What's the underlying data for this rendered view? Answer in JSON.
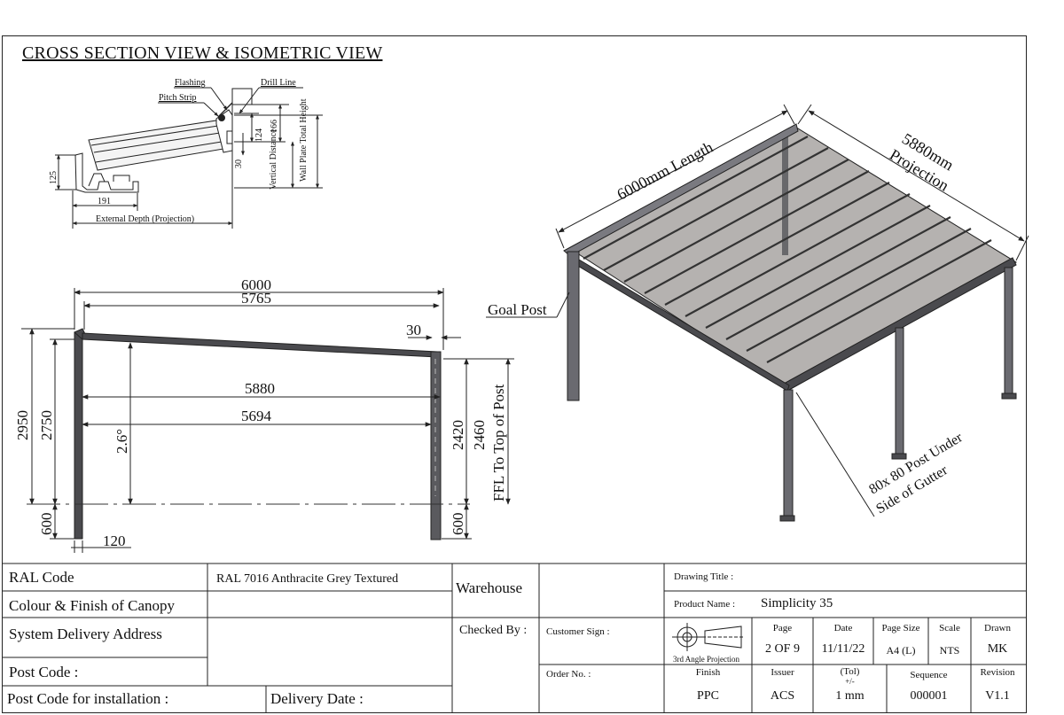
{
  "drawing": {
    "title": "CROSS SECTION VIEW & ISOMETRIC VIEW",
    "section": {
      "flashing": "Flashing",
      "pitch_strip": "Pitch Strip",
      "drill_line": "Drill Line",
      "dim_124": "124",
      "dim_166": "166",
      "dim_30": "30",
      "dim_125": "125",
      "dim_191": "191",
      "vertical_distance": "Vertical Distance",
      "wall_plate_total_height": "Wall Plate Total Height",
      "external_depth": "External Depth (Projection)"
    },
    "side": {
      "dim_6000": "6000",
      "dim_5765": "5765",
      "dim_30": "30",
      "dim_5880": "5880",
      "dim_5694": "5694",
      "angle": "2.6°",
      "dim_2950": "2950",
      "dim_2750": "2750",
      "dim_600_left": "600",
      "dim_120": "120",
      "dim_2420": "2420",
      "dim_2460": "2460",
      "ffl_label": "FFL To Top of Post",
      "dim_600_right": "600"
    },
    "iso": {
      "length": "6000mm Length",
      "projection_1": "5880mm",
      "projection_2": "Projection",
      "goal_post": "Goal Post",
      "post_note_1": "80x 80 Post Under",
      "post_note_2": "Side of Gutter"
    }
  },
  "title_block": {
    "ral_code_label": "RAL Code",
    "ral_code_value": "RAL 7016 Anthracite Grey Textured",
    "colour_finish_label": "Colour & Finish of Canopy",
    "warehouse_label": "Warehouse",
    "delivery_address_label": "System Delivery Address",
    "post_code_label": "Post Code :",
    "post_code_install_label": "Post Code for installation :",
    "delivery_date_label": "Delivery Date :",
    "checked_by_label": "Checked By :",
    "customer_sign_label": "Customer Sign :",
    "order_no_label": "Order No. :",
    "drawing_title_label": "Drawing Title :",
    "product_name_label": "Product Name :",
    "product_name_value": "Simplicity 35",
    "projection_note": "3rd Angle Projection",
    "page_label": "Page",
    "page_value": "2 OF 9",
    "date_label": "Date",
    "date_value": "11/11/22",
    "page_size_label": "Page Size",
    "page_size_value": "A4 (L)",
    "scale_label": "Scale",
    "scale_value": "NTS",
    "drawn_label": "Drawn",
    "drawn_value": "MK",
    "finish_label": "Finish",
    "finish_value": "PPC",
    "issuer_label": "Issuer",
    "issuer_value": "ACS",
    "tol_label": "(Tol)",
    "tol_sub": "+/-",
    "tol_value": "1 mm",
    "sequence_label": "Sequence",
    "sequence_value": "000001",
    "revision_label": "Revision",
    "revision_value": "V1.1"
  },
  "colors": {
    "frame": "#4a4a4e",
    "roof_glazing": "#a8a4a2",
    "line": "#222222"
  }
}
